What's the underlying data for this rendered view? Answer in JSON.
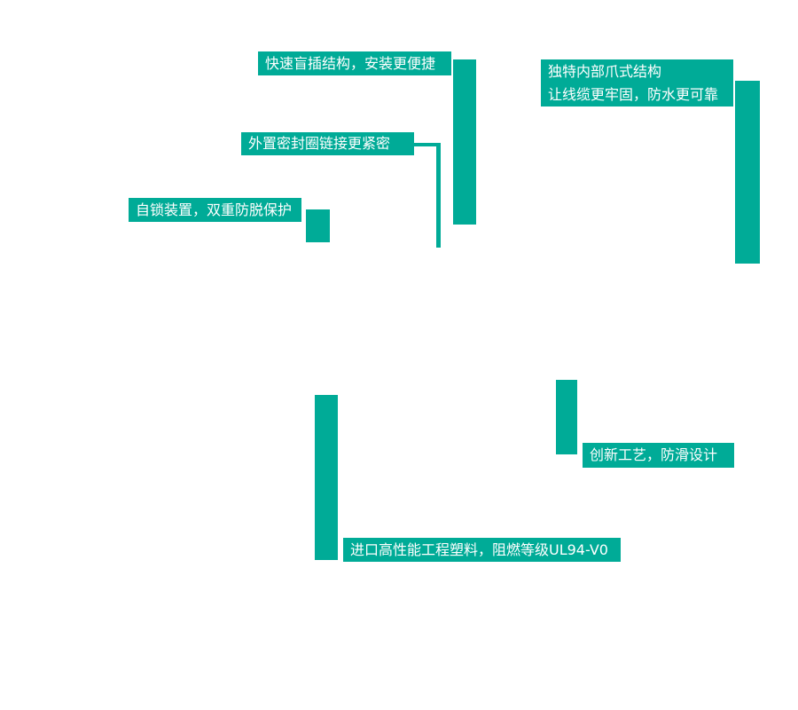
{
  "colors": {
    "accent": "#00ab97",
    "label_text": "#ffffff",
    "background": "#ffffff"
  },
  "diagram": {
    "type": "product-feature-callouts",
    "callouts": {
      "blind_mate": {
        "label": "快速盲插结构，安装更便捷"
      },
      "claw_structure": {
        "line1": "独特内部爪式结构",
        "line2": "让线缆更牢固，防水更可靠"
      },
      "seal_ring": {
        "label": "外置密封圈链接更紧密"
      },
      "self_lock": {
        "label": "自锁装置，双重防脱保护"
      },
      "material": {
        "label": "进口高性能工程塑料，阻燃等级UL94-V0"
      },
      "anti_slip": {
        "label": "创新工艺，防滑设计"
      }
    }
  }
}
